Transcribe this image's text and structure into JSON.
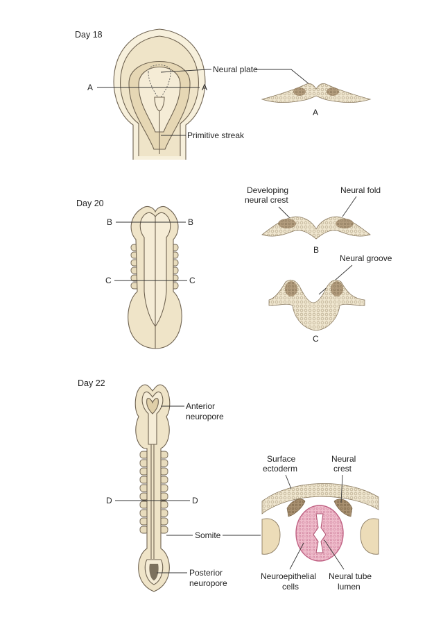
{
  "day18": {
    "title": "Day 18",
    "neural_plate": "Neural plate",
    "primitive_streak": "Primitive streak",
    "plane": "A",
    "section": "A"
  },
  "day20": {
    "title": "Day 20",
    "plane_b": "B",
    "plane_c": "C",
    "developing_crest_1": "Developing",
    "developing_crest_2": "neural crest",
    "neural_fold": "Neural fold",
    "neural_groove": "Neural groove",
    "section_b": "B",
    "section_c": "C"
  },
  "day22": {
    "title": "Day 22",
    "anterior_1": "Anterior",
    "anterior_2": "neuropore",
    "plane_d": "D",
    "somite": "Somite",
    "posterior_1": "Posterior",
    "posterior_2": "neuropore",
    "surface_1": "Surface",
    "surface_2": "ectoderm",
    "neural_crest_1": "Neural",
    "neural_crest_2": "crest",
    "neuroepithelial_1": "Neuroepithelial",
    "neuroepithelial_2": "cells",
    "tube_lumen_1": "Neural tube",
    "tube_lumen_2": "lumen"
  },
  "colors": {
    "embryo_fill": "#efe4c8",
    "crest_fill": "#a89070",
    "tube_fill": "#e9a9bf",
    "outline": "#6e6250"
  }
}
